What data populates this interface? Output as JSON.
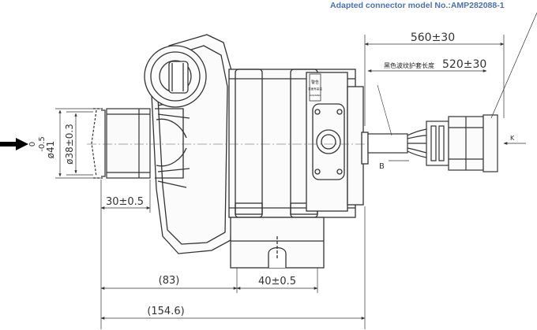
{
  "header": {
    "note": "Adapted connector model No.:AMP282088-1"
  },
  "dimensions": {
    "cable_length": "560±30",
    "sheath_length": "520±30",
    "sheath_label_cn": "黑色波纹护套长度",
    "outer_dia_tol_top": "0",
    "outer_dia_tol_bottom": "-0.5",
    "outer_dia": "ø41",
    "inner_dia": "ø38±0.3",
    "inlet_length": "30±0.5",
    "mount_width": "40±0.5",
    "outlet_offset": "(83)",
    "overall_length": "(154.6)"
  },
  "callouts": {
    "k": "K",
    "b": "B"
  },
  "label_plate": {
    "line1": "警告",
    "line2": "表面有高温",
    "line3": "WARNING"
  }
}
